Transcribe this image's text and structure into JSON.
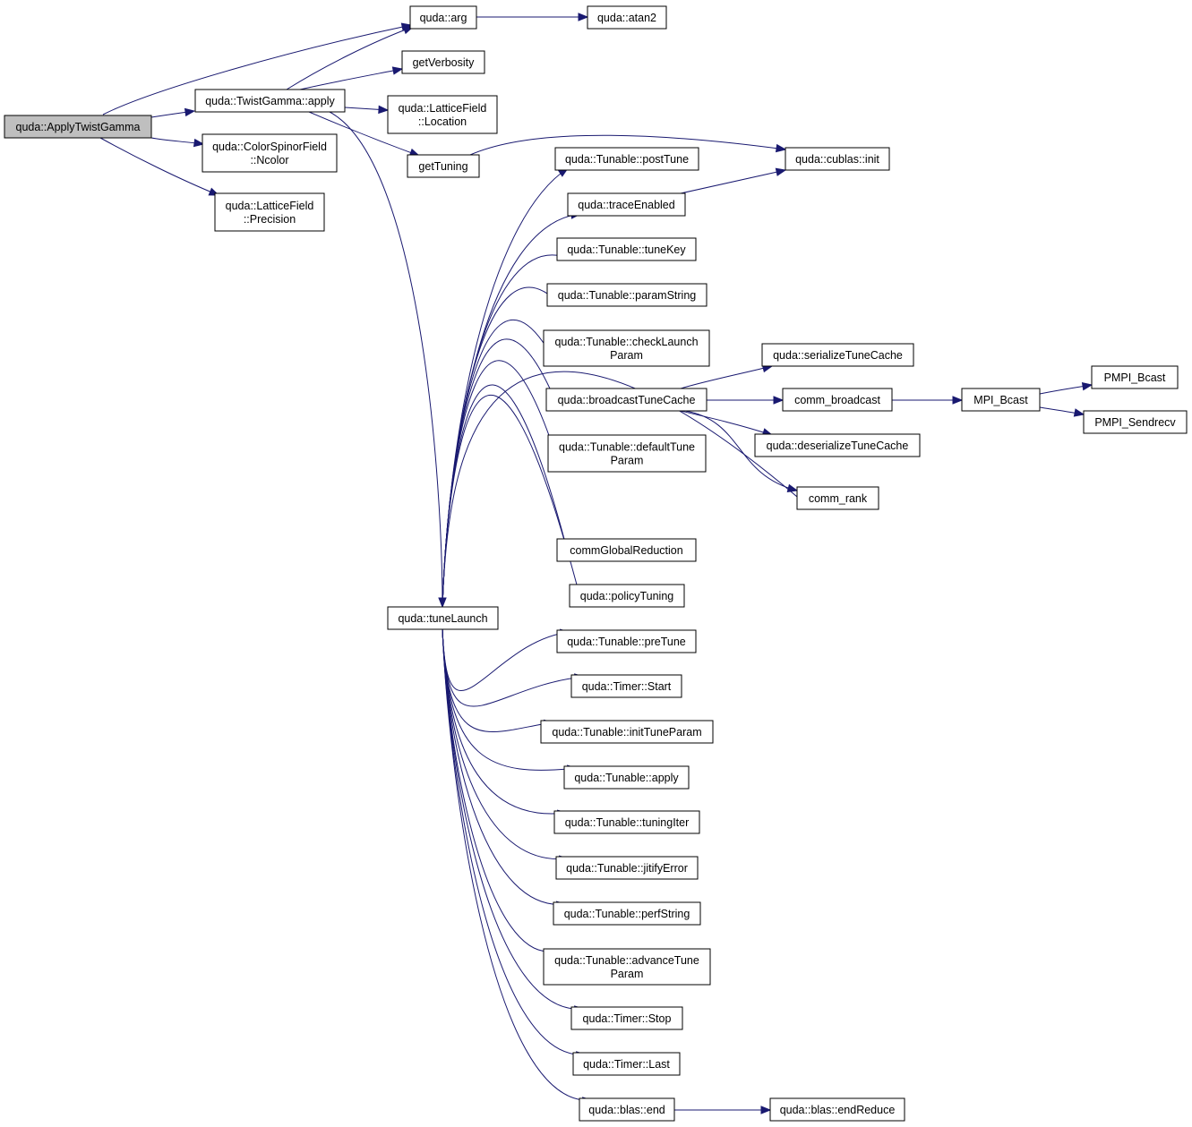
{
  "graph": {
    "colors": {
      "edge": "#191970",
      "root_fill": "#bfbfbf",
      "node_fill": "#ffffff",
      "node_border": "#000000"
    },
    "nodes": [
      {
        "id": "apply_twist_gamma",
        "lines": [
          "quda::ApplyTwistGamma"
        ],
        "root": true
      },
      {
        "id": "arg",
        "lines": [
          "quda::arg"
        ]
      },
      {
        "id": "atan2",
        "lines": [
          "quda::atan2"
        ]
      },
      {
        "id": "twistgamma_apply",
        "lines": [
          "quda::TwistGamma::apply"
        ]
      },
      {
        "id": "get_verbosity",
        "lines": [
          "getVerbosity"
        ]
      },
      {
        "id": "latticefield_location",
        "lines": [
          "quda::LatticeField",
          "::Location"
        ]
      },
      {
        "id": "colorspinor_ncolor",
        "lines": [
          "quda::ColorSpinorField",
          "::Ncolor"
        ]
      },
      {
        "id": "get_tuning",
        "lines": [
          "getTuning"
        ]
      },
      {
        "id": "cublas_init",
        "lines": [
          "quda::cublas::init"
        ]
      },
      {
        "id": "latticefield_precision",
        "lines": [
          "quda::LatticeField",
          "::Precision"
        ]
      },
      {
        "id": "post_tune",
        "lines": [
          "quda::Tunable::postTune"
        ]
      },
      {
        "id": "trace_enabled",
        "lines": [
          "quda::traceEnabled"
        ]
      },
      {
        "id": "tune_key",
        "lines": [
          "quda::Tunable::tuneKey"
        ]
      },
      {
        "id": "param_string",
        "lines": [
          "quda::Tunable::paramString"
        ]
      },
      {
        "id": "check_launch_param",
        "lines": [
          "quda::Tunable::checkLaunch",
          "Param"
        ]
      },
      {
        "id": "serialize_tune_cache",
        "lines": [
          "quda::serializeTuneCache"
        ]
      },
      {
        "id": "broadcast_tune_cache",
        "lines": [
          "quda::broadcastTuneCache"
        ]
      },
      {
        "id": "comm_broadcast",
        "lines": [
          "comm_broadcast"
        ]
      },
      {
        "id": "mpi_bcast",
        "lines": [
          "MPI_Bcast"
        ]
      },
      {
        "id": "pmpi_bcast",
        "lines": [
          "PMPI_Bcast"
        ]
      },
      {
        "id": "pmpi_sendrecv",
        "lines": [
          "PMPI_Sendrecv"
        ]
      },
      {
        "id": "deserialize_tune_cache",
        "lines": [
          "quda::deserializeTuneCache"
        ]
      },
      {
        "id": "default_tune_param",
        "lines": [
          "quda::Tunable::defaultTune",
          "Param"
        ]
      },
      {
        "id": "comm_rank",
        "lines": [
          "comm_rank"
        ]
      },
      {
        "id": "comm_global_reduction",
        "lines": [
          "commGlobalReduction"
        ]
      },
      {
        "id": "policy_tuning",
        "lines": [
          "quda::policyTuning"
        ]
      },
      {
        "id": "tune_launch",
        "lines": [
          "quda::tuneLaunch"
        ]
      },
      {
        "id": "pre_tune",
        "lines": [
          "quda::Tunable::preTune"
        ]
      },
      {
        "id": "timer_start",
        "lines": [
          "quda::Timer::Start"
        ]
      },
      {
        "id": "init_tune_param",
        "lines": [
          "quda::Tunable::initTuneParam"
        ]
      },
      {
        "id": "tunable_apply",
        "lines": [
          "quda::Tunable::apply"
        ]
      },
      {
        "id": "tuning_iter",
        "lines": [
          "quda::Tunable::tuningIter"
        ]
      },
      {
        "id": "jitify_error",
        "lines": [
          "quda::Tunable::jitifyError"
        ]
      },
      {
        "id": "perf_string",
        "lines": [
          "quda::Tunable::perfString"
        ]
      },
      {
        "id": "advance_tune_param",
        "lines": [
          "quda::Tunable::advanceTune",
          "Param"
        ]
      },
      {
        "id": "timer_stop",
        "lines": [
          "quda::Timer::Stop"
        ]
      },
      {
        "id": "timer_last",
        "lines": [
          "quda::Timer::Last"
        ]
      },
      {
        "id": "blas_end",
        "lines": [
          "quda::blas::end"
        ]
      },
      {
        "id": "blas_end_reduce",
        "lines": [
          "quda::blas::endReduce"
        ]
      }
    ],
    "edges": [
      [
        "apply_twist_gamma",
        "arg"
      ],
      [
        "apply_twist_gamma",
        "twistgamma_apply"
      ],
      [
        "apply_twist_gamma",
        "colorspinor_ncolor"
      ],
      [
        "apply_twist_gamma",
        "latticefield_precision"
      ],
      [
        "arg",
        "atan2"
      ],
      [
        "twistgamma_apply",
        "arg"
      ],
      [
        "twistgamma_apply",
        "get_verbosity"
      ],
      [
        "twistgamma_apply",
        "latticefield_location"
      ],
      [
        "twistgamma_apply",
        "get_tuning"
      ],
      [
        "twistgamma_apply",
        "tune_launch"
      ],
      [
        "get_tuning",
        "cublas_init"
      ],
      [
        "trace_enabled",
        "cublas_init"
      ],
      [
        "broadcast_tune_cache",
        "serialize_tune_cache"
      ],
      [
        "broadcast_tune_cache",
        "comm_broadcast"
      ],
      [
        "broadcast_tune_cache",
        "deserialize_tune_cache"
      ],
      [
        "broadcast_tune_cache",
        "comm_rank"
      ],
      [
        "comm_broadcast",
        "mpi_bcast"
      ],
      [
        "mpi_bcast",
        "pmpi_bcast"
      ],
      [
        "mpi_bcast",
        "pmpi_sendrecv"
      ],
      [
        "tune_launch",
        "post_tune"
      ],
      [
        "tune_launch",
        "trace_enabled"
      ],
      [
        "tune_launch",
        "tune_key"
      ],
      [
        "tune_launch",
        "param_string"
      ],
      [
        "tune_launch",
        "check_launch_param"
      ],
      [
        "tune_launch",
        "broadcast_tune_cache"
      ],
      [
        "tune_launch",
        "default_tune_param"
      ],
      [
        "tune_launch",
        "comm_rank"
      ],
      [
        "tune_launch",
        "comm_global_reduction"
      ],
      [
        "tune_launch",
        "policy_tuning"
      ],
      [
        "tune_launch",
        "pre_tune"
      ],
      [
        "tune_launch",
        "timer_start"
      ],
      [
        "tune_launch",
        "init_tune_param"
      ],
      [
        "tune_launch",
        "tunable_apply"
      ],
      [
        "tune_launch",
        "tuning_iter"
      ],
      [
        "tune_launch",
        "jitify_error"
      ],
      [
        "tune_launch",
        "perf_string"
      ],
      [
        "tune_launch",
        "advance_tune_param"
      ],
      [
        "tune_launch",
        "timer_stop"
      ],
      [
        "tune_launch",
        "timer_last"
      ],
      [
        "tune_launch",
        "blas_end"
      ],
      [
        "blas_end",
        "blas_end_reduce"
      ]
    ]
  }
}
